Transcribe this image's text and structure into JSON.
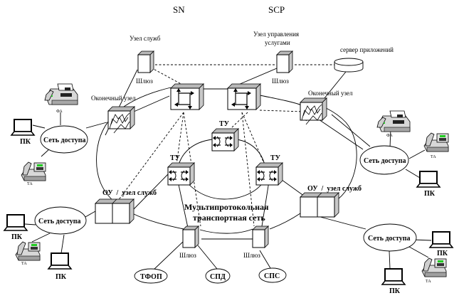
{
  "headers": {
    "sn": "SN",
    "scp": "SCP"
  },
  "labels": {
    "service_node": "Узел служб",
    "service_control_node_line1": "Узел управления",
    "service_control_node_line2": "услугами",
    "app_server": "сервер приложений",
    "gateway": "Шлюз",
    "terminal_node": "Оконечный узел",
    "access_network": "Сеть доступа",
    "pc": "ПК",
    "fax": "ФА",
    "phone": "ТА",
    "transport_node": "ТУ",
    "ou_service_node": "ОУ  /  узел служб",
    "core_line1": "Мультипротокольная",
    "core_line2": "транспортная сеть",
    "pstn": "ТФОП",
    "data_network": "СПД",
    "mobile_network": "СПС"
  }
}
